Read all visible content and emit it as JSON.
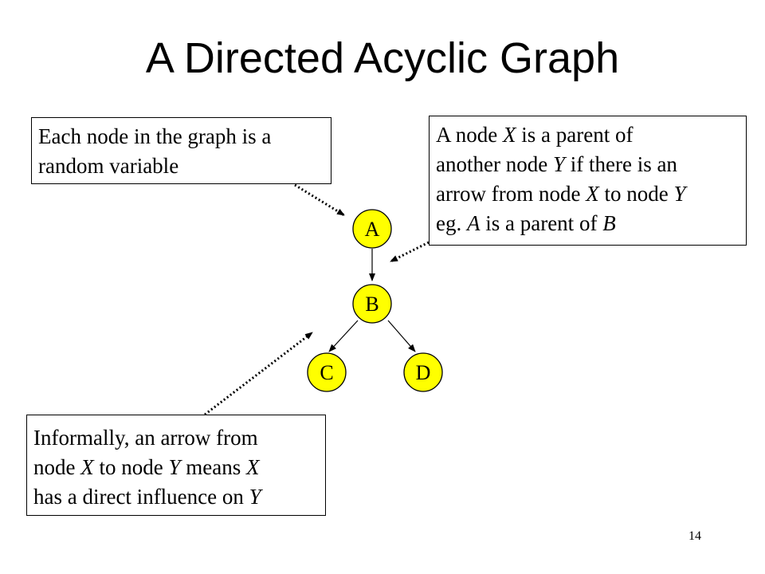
{
  "slide": {
    "title": "A Directed Acyclic Graph",
    "page_number": "14"
  },
  "colors": {
    "node_fill": "#ffff00",
    "stroke": "#000000",
    "background": "#ffffff"
  },
  "graph": {
    "nodes": [
      {
        "id": "A",
        "label": "A"
      },
      {
        "id": "B",
        "label": "B"
      },
      {
        "id": "C",
        "label": "C"
      },
      {
        "id": "D",
        "label": "D"
      }
    ],
    "edges": [
      {
        "from": "A",
        "to": "B"
      },
      {
        "from": "B",
        "to": "C"
      },
      {
        "from": "B",
        "to": "D"
      }
    ]
  },
  "callouts": {
    "node_definition": {
      "line1": "Each node in the graph is a",
      "line2": "random variable"
    },
    "parent_definition": {
      "l1_a": "A node ",
      "l1_x": "X",
      "l1_b": " is a parent of",
      "l2_a": "another node ",
      "l2_y": "Y",
      "l2_b": " if there is an",
      "l3_a": "arrow from node ",
      "l3_x": "X",
      "l3_b": " to node ",
      "l3_y": "Y",
      "l4_a": "eg. ",
      "l4_A": "A",
      "l4_b": " is a parent of ",
      "l4_B": "B"
    },
    "influence_definition": {
      "l1": "Informally, an arrow from",
      "l2_a": "node ",
      "l2_x": "X",
      "l2_b": " to node ",
      "l2_y": "Y",
      "l2_c": " means ",
      "l2_x2": "X",
      "l3_a": "has a direct influence on ",
      "l3_y": "Y"
    }
  }
}
